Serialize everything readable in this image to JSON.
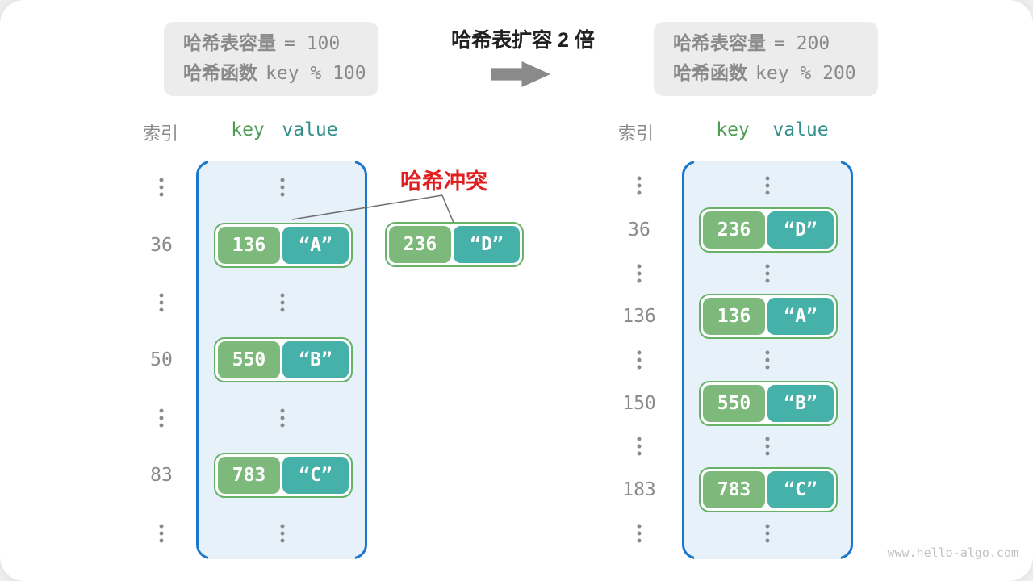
{
  "colors": {
    "accent_blue": "#1b76cc",
    "bucket_fill": "#e7f1fa",
    "key_green": "#7eb97c",
    "value_teal": "#46b1a8",
    "pair_border": "#67b267",
    "gray_text": "#8a8a8a",
    "graybox_bg": "#ececec",
    "collision_red": "#e02020",
    "key_header_green": "#4e9d57",
    "value_header_teal": "#33908a"
  },
  "header": {
    "before_box": {
      "capacity_label": "哈希表容量",
      "capacity_value": "= 100",
      "hash_label": "哈希函数",
      "hash_value": "key % 100"
    },
    "expand_title": "哈希表扩容 2 倍",
    "after_box": {
      "capacity_label": "哈希表容量",
      "capacity_value": "= 200",
      "hash_label": "哈希函数",
      "hash_value": "key % 200"
    }
  },
  "collision_label": "哈希冲突",
  "left_table": {
    "headers": {
      "index": "索引",
      "key": "key",
      "value": "value"
    },
    "rows": [
      {
        "type": "dots"
      },
      {
        "type": "pair",
        "index": "36",
        "key": "136",
        "value": "“A”"
      },
      {
        "type": "dots"
      },
      {
        "type": "pair",
        "index": "50",
        "key": "550",
        "value": "“B”"
      },
      {
        "type": "dots"
      },
      {
        "type": "pair",
        "index": "83",
        "key": "783",
        "value": "“C”"
      },
      {
        "type": "dots"
      }
    ]
  },
  "external_pair": {
    "key": "236",
    "value": "“D”"
  },
  "right_table": {
    "headers": {
      "index": "索引",
      "key": "key",
      "value": "value"
    },
    "rows": [
      {
        "type": "dots"
      },
      {
        "type": "pair",
        "index": "36",
        "key": "236",
        "value": "“D”"
      },
      {
        "type": "dots"
      },
      {
        "type": "pair",
        "index": "136",
        "key": "136",
        "value": "“A”"
      },
      {
        "type": "dots"
      },
      {
        "type": "pair",
        "index": "150",
        "key": "550",
        "value": "“B”"
      },
      {
        "type": "dots"
      },
      {
        "type": "pair",
        "index": "183",
        "key": "783",
        "value": "“C”"
      },
      {
        "type": "dots"
      }
    ]
  },
  "watermark": "www.hello-algo.com"
}
